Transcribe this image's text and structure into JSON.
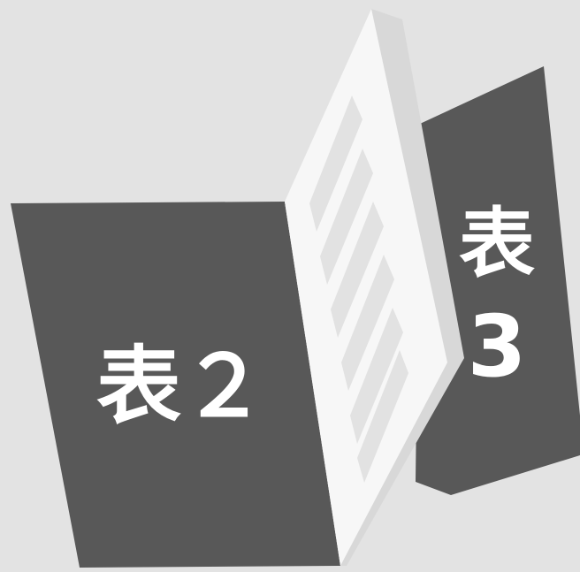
{
  "labels": {
    "inside_front_cover": "表２",
    "inside_back_cover_kanji": "表",
    "inside_back_cover_number": "3"
  },
  "colors": {
    "background": "#e3e3e3",
    "cover": "#585858",
    "page": "#f7f7f7",
    "page_edge": "#d8d8d8",
    "text_lines": "#e2e2e2",
    "label_text": "#ffffff"
  },
  "text_line_count": 6
}
